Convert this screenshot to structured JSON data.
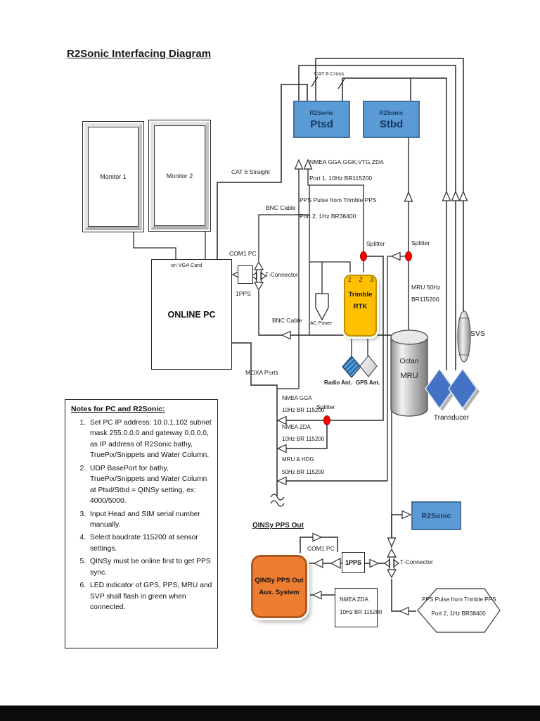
{
  "page": {
    "title": "R2Sonic Interfacing Diagram"
  },
  "colors": {
    "sonar_blue": "#5B9BD5",
    "sonar_border": "#41719C",
    "trimble_gold": "#FFC000",
    "aux_orange": "#ED7D31",
    "splitter_red": "#FF0000",
    "transducer_blue": "#4472C4"
  },
  "monitors": {
    "m1": "Monitor 1",
    "m2": "Monitor 2"
  },
  "pc": {
    "name": "ONLINE PC",
    "vga": "on VGA Card",
    "com1": "COM1 PC",
    "pps": "1PPS",
    "tconnector": "T-Connector"
  },
  "cables": {
    "cat6_cross": "CAT 6 Cross",
    "cat6_straight": "CAT 6 Straight",
    "bnc_top": "BNC Cable",
    "bnc_bottom": "BNC Cable",
    "moxa": "MOXA Ports"
  },
  "sonar": {
    "ptsd_brand": "R2Sonic",
    "ptsd": "Ptsd",
    "stbd_brand": "R2Sonic",
    "stbd": "Stbd"
  },
  "ports": {
    "nmea1_l1": "NMEA GGA,GGK,VTG,ZDA",
    "nmea1_l2": "Port 1, 10Hz BR115200",
    "pps_l1": "PPS Pulse from Trimble PPS",
    "pps_l2": "Port 2, 1Hz BR38400",
    "mru_l1": "MRU 50Hz",
    "mru_l2": "BR115200"
  },
  "splitters": {
    "s1": "Splitter",
    "s2": "Splitter",
    "s3": "Splitter"
  },
  "trimble": {
    "p1": "1",
    "p2": "2",
    "p3": "3",
    "name": "Trimble",
    "model": "RTK",
    "ac": "AC Power",
    "radio": "Radio Ant.",
    "gps": "GPS Ant."
  },
  "sensors": {
    "octan_l1": "Octan",
    "octan_l2": "MRU",
    "svs": "SVS",
    "transducer": "Transducer"
  },
  "serial": {
    "gga_l1": "NMEA GGA",
    "gga_l2": "10Hz BR 115200",
    "zda_l1": "NMEA ZDA",
    "zda_l2": "10Hz BR 115200",
    "mru_l1": "MRU & HDG",
    "mru_l2": "50Hz BR 115200"
  },
  "notes": {
    "heading": "Notes for PC and R2Sonic:",
    "items": [
      "Set PC IP address: 10.0.1.102 subnet mask 255.0.0.0 and gateway 0.0.0.0, as IP address of R2Sonic bathy, TruePix/Snippets and Water Column.",
      "UDP BasePort for bathy, TruePix/Snippets and Water Column at Ptsd/Stbd = QINSy setting, ex: 4000/5000.",
      "Input Head and SIM serial number manually.",
      "Select baudrate 115200 at sensor settings.",
      "QINSy must be online first to get PPS sync.",
      "LED indicator of GPS, PPS, MRU and SVP shall flash in green when connected."
    ]
  },
  "qinsy": {
    "heading": "QINSy PPS Out",
    "aux_l1": "QINSy PPS Out",
    "aux_l2": "Aux. System",
    "com1": "COM1 PC",
    "pps": "1PPS",
    "tconnector": "T-Connector",
    "r2sonic": "R2Sonic",
    "hex_l1": "PPS Pulse from Trimble PPS",
    "hex_l2": "Port 2, 1Hz BR38400",
    "zda_l1": "NMEA ZDA",
    "zda_l2": "10Hz BR 115200"
  }
}
